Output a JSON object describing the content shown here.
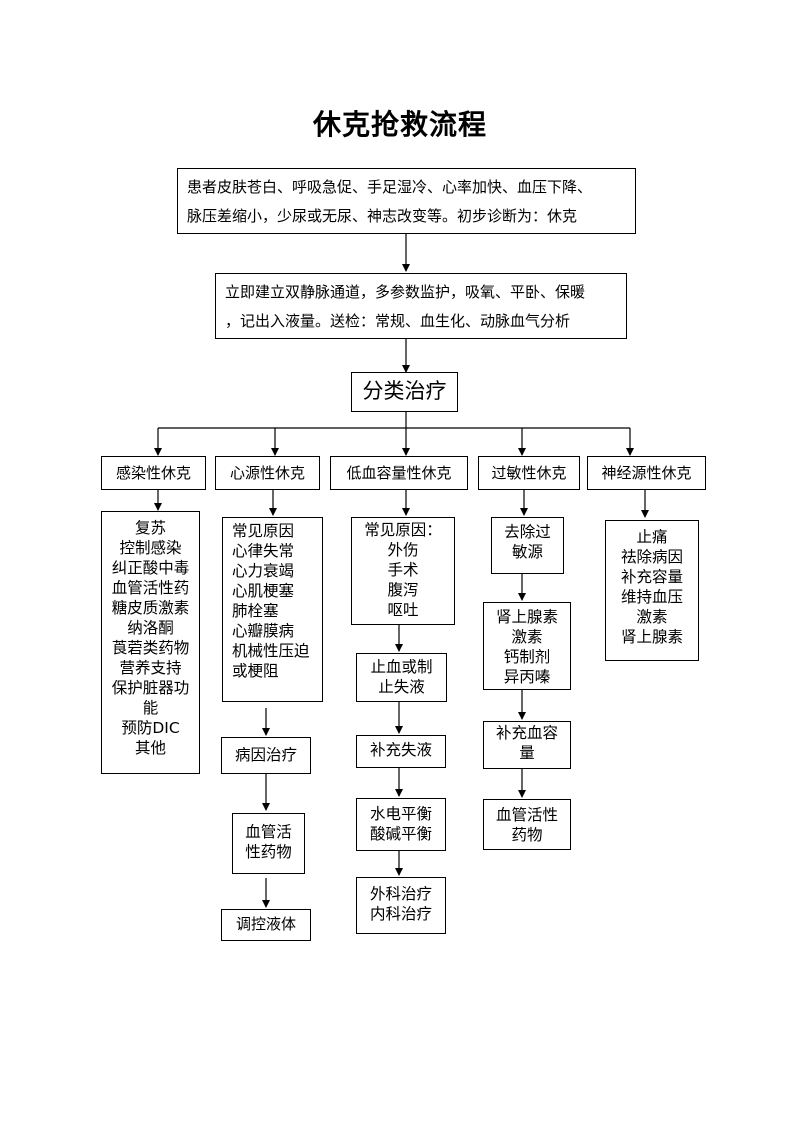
{
  "title": "休克抢救流程",
  "step1": [
    "患者皮肤苍白、呼吸急促、手足湿冷、心率加快、血压下降、",
    "脉压差缩小，少尿或无尿、神志改变等。初步诊断为：休克"
  ],
  "step2": [
    "立即建立双静脉通道，多参数监护，吸氧、平卧、保暖",
    "，记出入液量。送检：常规、血生化、动脉血气分析"
  ],
  "classify": "分类治疗",
  "categories": [
    "感染性休克",
    "心源性休克",
    "低血容量性休克",
    "过敏性休克",
    "神经源性休克"
  ],
  "septic": {
    "items": [
      "复苏",
      "控制感染",
      "纠正酸中毒",
      "血管活性药",
      "糖皮质激素",
      "纳洛酮",
      "莨菪类药物",
      "营养支持",
      "保护脏器功",
      "能",
      "预防DIC",
      "其他"
    ]
  },
  "cardiogenic": {
    "causes": [
      "常见原因",
      "心律失常",
      "心力衰竭",
      "心肌梗塞",
      "肺栓塞",
      "心瓣膜病",
      "机械性压迫",
      "或梗阻"
    ],
    "step1": "病因治疗",
    "step2": [
      "血管活",
      "性药物"
    ],
    "step3": "调控液体"
  },
  "hypovolemic": {
    "causes": [
      "常见原因：",
      "外伤",
      "手术",
      "腹泻",
      "呕吐"
    ],
    "step1": [
      "止血或制",
      "止失液"
    ],
    "step2": "补充失液",
    "step3": [
      "水电平衡",
      "酸碱平衡"
    ],
    "step4": [
      "外科治疗",
      "内科治疗"
    ]
  },
  "anaphylactic": {
    "step1": [
      "去除过",
      "敏源"
    ],
    "step2": [
      "肾上腺素",
      "激素",
      "钙制剂",
      "异丙嗪"
    ],
    "step3": [
      "补充血容",
      "量"
    ],
    "step4": [
      "血管活性",
      "药物"
    ]
  },
  "neurogenic": {
    "items": [
      "止痛",
      "祛除病因",
      "补充容量",
      "维持血压",
      "激素",
      "肾上腺素"
    ]
  }
}
